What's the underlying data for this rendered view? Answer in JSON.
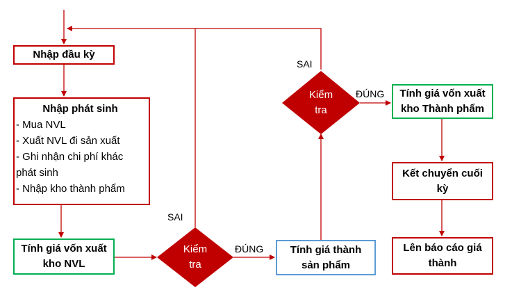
{
  "colors": {
    "red": "#c00000",
    "green": "#00b050",
    "blue": "#5b9bd5",
    "diamond_fill": "#c00000"
  },
  "nodes": {
    "opening_entry": "Nhập đầu kỳ",
    "transactions": {
      "title": "Nhập phát sinh",
      "items": [
        "- Mua NVL",
        "- Xuất NVL đi sản xuất",
        "- Ghi nhận chi phí khác",
        "phát sinh",
        "- Nhập kho thành phẩm"
      ]
    },
    "material_cost": [
      "Tính giá vốn xuất",
      "kho NVL"
    ],
    "check_1": [
      "Kiểm",
      "tra"
    ],
    "product_cost": [
      "Tính giá thành",
      "sản phẩm"
    ],
    "check_2": [
      "Kiểm",
      "tra"
    ],
    "finished_cost": [
      "Tính giá vốn xuất",
      "kho Thành phẩm"
    ],
    "period_close": [
      "Kết chuyển cuối",
      "kỳ"
    ],
    "cost_report": [
      "Lên báo cáo giá",
      "thành"
    ]
  },
  "edge_labels": {
    "check_1_false": "SAI",
    "check_1_true": "ĐÚNG",
    "check_2_false": "SAI",
    "check_2_true": "ĐÚNG"
  }
}
